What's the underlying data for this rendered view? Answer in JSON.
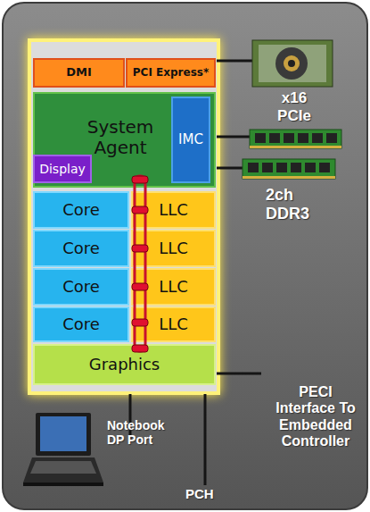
{
  "diagram": {
    "nodes": [
      {
        "text": [
          "DMI"
        ]
      },
      {
        "text": [
          "PCI Express*"
        ]
      },
      {
        "text": [
          "System Agent"
        ]
      },
      {
        "text": [
          "IMC"
        ],
        "in": 2
      },
      {
        "text": [
          "Display"
        ],
        "in": 2
      },
      {
        "text": [
          "Core"
        ]
      },
      {
        "text": [
          "LLC"
        ]
      },
      {
        "text": [
          "Core"
        ]
      },
      {
        "text": [
          "LLC"
        ]
      },
      {
        "text": [
          "Core"
        ]
      },
      {
        "text": [
          "LLC"
        ]
      },
      {
        "text": [
          "Core"
        ]
      },
      {
        "text": [
          "LLC"
        ]
      },
      {
        "text": [
          "Graphics"
        ]
      }
    ],
    "labels": [
      "x16 PCIe",
      "2ch DDR3",
      "PECI Interface To Embedded Controller",
      "Notebook DP Port",
      "PCH"
    ]
  }
}
